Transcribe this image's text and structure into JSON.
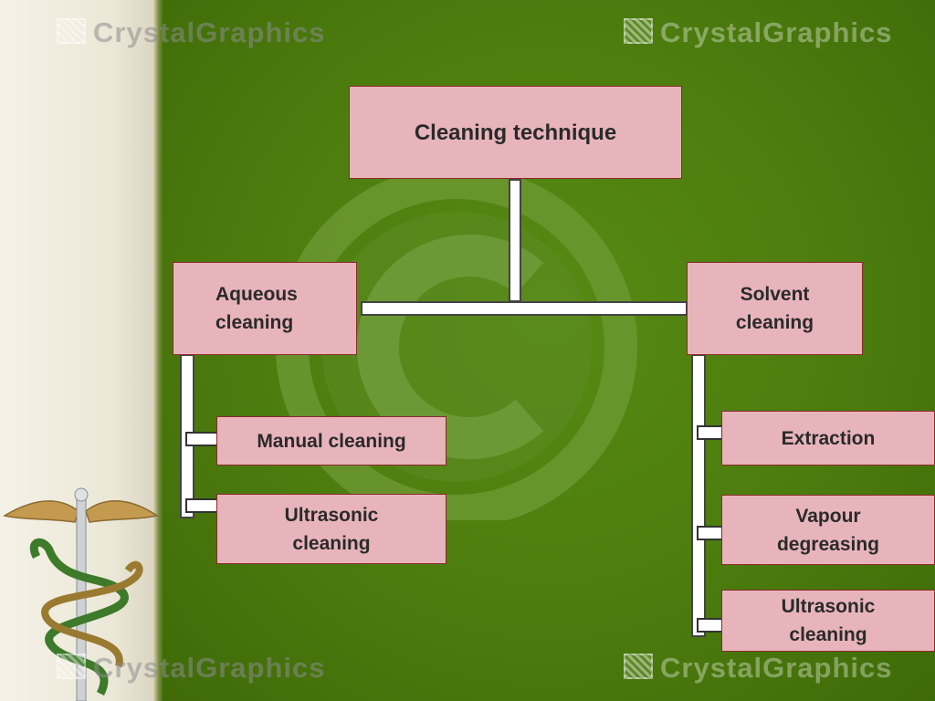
{
  "watermarks": {
    "top_left": "CrystalGraphics",
    "top_right": "CrystalGraphics",
    "bottom_left": "CrystalGraphics",
    "bottom_right": "CrystalGraphics"
  },
  "diagram": {
    "root": "Cleaning technique",
    "left_branch": {
      "label": "Aqueous\ncleaning",
      "children": [
        "Manual cleaning",
        "Ultrasonic\ncleaning"
      ]
    },
    "right_branch": {
      "label": "Solvent\ncleaning",
      "children": [
        "Extraction",
        "Vapour\ndegreasing",
        "Ultrasonic\ncleaning"
      ]
    }
  },
  "colors": {
    "background": "#4a7a10",
    "box_fill": "#e8b4bc",
    "box_border": "#8a2a2a"
  }
}
